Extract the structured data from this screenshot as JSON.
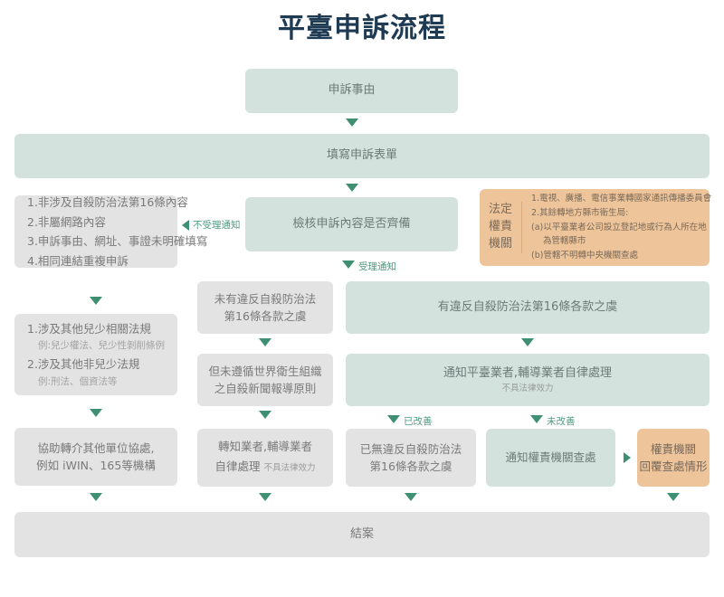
{
  "title": "平臺申訴流程",
  "colors": {
    "title": "#1f3a53",
    "green_box": "#d3e2dd",
    "gray_box": "#e3e3e3",
    "orange_box": "#eec49a",
    "arrow": "#3f8f72",
    "edge_label": "#4f9a7e"
  },
  "nodes": {
    "appeal_reason": "申訴事由",
    "fill_form": "填寫申訴表單",
    "review_complete": "檢核申訴內容是否齊備",
    "reject_reasons": {
      "items": [
        "1.非涉及自殺防治法第16條內容",
        "2.非屬網路內容",
        "3.申訴事由、網址、事證未明確填寫",
        "4.相同連結重複申訴"
      ]
    },
    "other_laws": {
      "items": [
        {
          "text": "1.涉及其他兒少相關法規",
          "sub": "例:兒少權法、兒少性剝削條例"
        },
        {
          "text": "2.涉及其他非兒少法規",
          "sub": "例:刑法、個資法等"
        }
      ]
    },
    "referral": {
      "line1": "協助轉介其他單位協處,",
      "line2": "例如 iWIN、165等機構"
    },
    "authority": {
      "label_lines": [
        "法定",
        "權責",
        "機關"
      ],
      "items": [
        "1.電視、廣播、電信事業轉國家通訊傳播委員會",
        "2.其餘轉地方縣市衛生局:",
        "(a)以平臺業者公司設立登記地或行為人所在地",
        "為管轄縣市",
        "(b)管轄不明轉中央機關查處"
      ]
    },
    "no_violation": {
      "line1": "未有違反自殺防治法",
      "line2": "第16條各款之虞"
    },
    "has_violation": "有違反自殺防治法第16條各款之虞",
    "not_following_who": {
      "line1": "但未遵循世界衛生組織",
      "line2": "之自殺新聞報導原則"
    },
    "notify_platform": {
      "main": "通知平臺業者,輔導業者自律處理",
      "note": "不具法律效力"
    },
    "inform_operator": {
      "line1": "轉知業者,輔導業者",
      "line2": "自律處理",
      "note": "不具法律效力"
    },
    "no_longer_violation": {
      "line1": "已無違反自殺防治法",
      "line2": "第16條各款之虞"
    },
    "notify_authority": "通知權責機關查處",
    "authority_reply": {
      "line1": "權責機關",
      "line2": "回覆查處情形"
    },
    "close_case": "結案"
  },
  "edge_labels": {
    "not_accepted": "不受理通知",
    "accepted": "受理通知",
    "improved": "已改善",
    "not_improved": "未改善"
  },
  "icons": {
    "arrow_down": "arrow-down-icon",
    "arrow_left": "arrow-left-icon",
    "arrow_right": "arrow-right-icon"
  }
}
